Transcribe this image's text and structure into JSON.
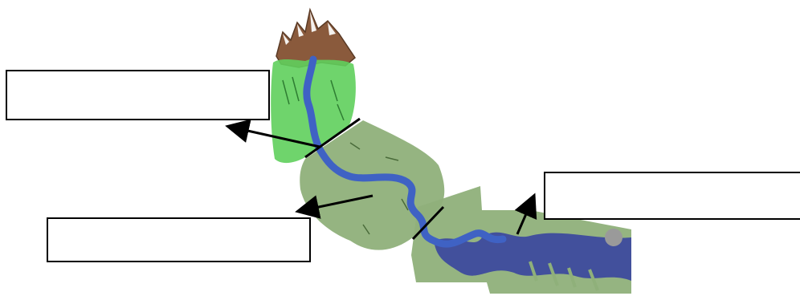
{
  "diagram": {
    "subject": "river-course",
    "sections": [
      "upper-course",
      "middle-course",
      "lower-course"
    ],
    "labels": {
      "upper_course": "",
      "middle_course": "",
      "lower_course": ""
    },
    "colors": {
      "mountain": "#8a5a3c",
      "snow": "#f4f1ee",
      "valley_green": "#5fcf5c",
      "plain_green": "#8fb07a",
      "river": "#3f62c4",
      "estuary": "#38459e",
      "line": "#000000"
    }
  }
}
